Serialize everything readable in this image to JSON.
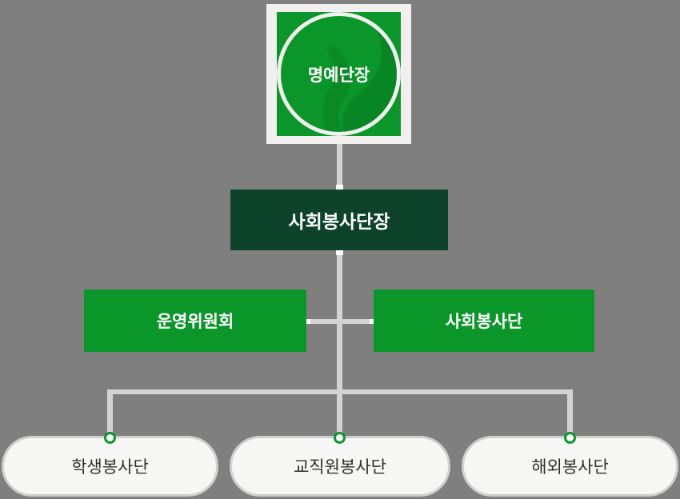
{
  "colors": {
    "background": "#7f7f7f",
    "green": "#0a9628",
    "dark_green": "#0c432a",
    "line": "#d3d3d3",
    "panel": "#f1f0ee",
    "pill_bg": "#f7f7f5",
    "pill_border": "#cfcfcf",
    "pill_text": "#2f2f2f",
    "white": "#ffffff"
  },
  "org_chart": {
    "type": "org-hierarchy",
    "root": {
      "label": "명예단장"
    },
    "director": {
      "label": "사회봉사단장"
    },
    "committees": [
      {
        "label": "운영위원회"
      },
      {
        "label": "사회봉사단"
      }
    ],
    "units": [
      {
        "label": "학생봉사단"
      },
      {
        "label": "교직원봉사단"
      },
      {
        "label": "해외봉사단"
      }
    ]
  }
}
